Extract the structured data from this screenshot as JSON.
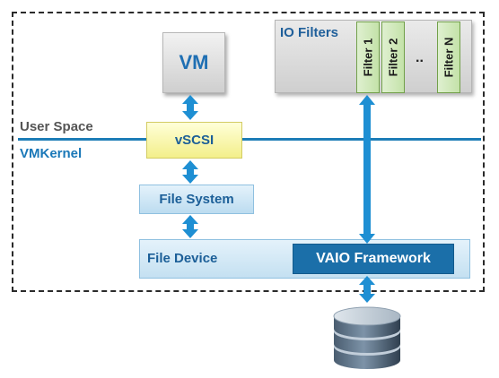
{
  "vm": {
    "label": "VM"
  },
  "io_filters": {
    "title": "IO Filters",
    "filters": [
      "Filter 1",
      "Filter 2",
      "Filter N"
    ],
    "ellipsis": ".."
  },
  "layers": {
    "user_space": "User Space",
    "vmkernel": "VMKernel"
  },
  "stack": {
    "vscsi": "vSCSI",
    "file_system": "File System",
    "file_device": "File Device",
    "vaio_framework": "VAIO Framework"
  },
  "colors": {
    "accent_blue": "#1b6fa9",
    "arrow_blue": "#1e8fd3",
    "separator": "#1d7db7",
    "filter_green": "#c4e2a9",
    "vscsi_yellow": "#f3ef8a"
  },
  "icons": {
    "storage": "database-icon"
  }
}
